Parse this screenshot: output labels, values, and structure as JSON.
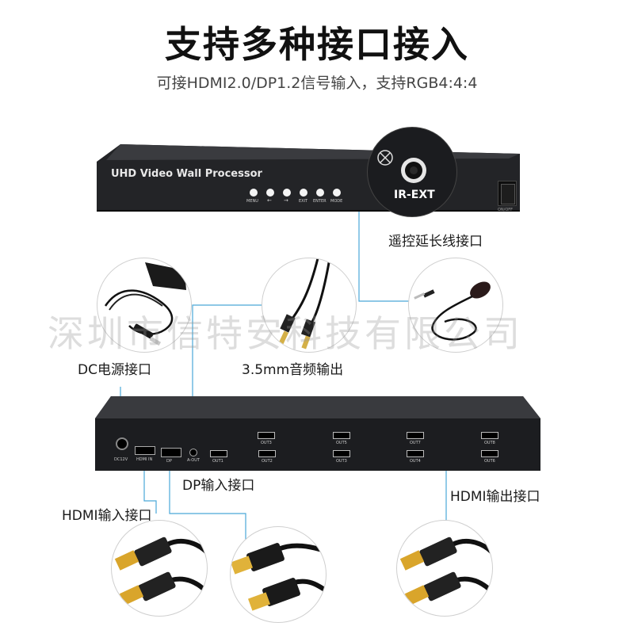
{
  "heading": {
    "title": "支持多种接口接入",
    "subtitle": "可接HDMI2.0/DP1.2信号输入，支持RGB4:4:4"
  },
  "watermark": "深圳市信特安科技有限公司",
  "front_panel": {
    "model_text": "UHD Video Wall Processor",
    "buttons": [
      "MENU",
      "←",
      "→",
      "EXIT",
      "ENTER",
      "MODE"
    ],
    "ir_label": "IR-EXT",
    "power_label": "ON/OFF"
  },
  "rear_panel": {
    "dc_label": "DC12V",
    "hdmi_in_label": "HDMI IN",
    "dp_label": "DP",
    "aout_label": "A-OUT",
    "outputs_top": [
      "OUT3",
      "OUT5",
      "OUT7",
      "OUT8"
    ],
    "outputs_bottom": [
      "OUT1",
      "OUT2",
      "OUT3",
      "OUT4",
      "OUT6"
    ]
  },
  "callouts": {
    "ir_ext": "遥控延长线接口",
    "dc_power": "DC电源接口",
    "audio_out": "3.5mm音频输出",
    "dp_in": "DP输入接口",
    "hdmi_in": "HDMI输入接口",
    "hdmi_out": "HDMI输出接口"
  },
  "colors": {
    "leader_line": "#4aa8d8",
    "device_body": "#1e1f22",
    "hdmi_plug_gold": "#d9a52b",
    "dp_plug_gold": "#e0b23a"
  }
}
